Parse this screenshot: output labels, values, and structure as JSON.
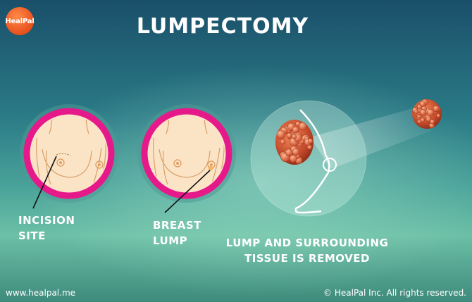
{
  "brand": {
    "logo_text": "HealPal"
  },
  "title": "LUMPECTOMY",
  "labels": {
    "incision": "INCISION\nSITE",
    "breast_lump": "BREAST\nLUMP",
    "removed": "LUMP AND SURROUNDING\nTISSUE IS REMOVED"
  },
  "footer": {
    "website": "www.healpal.me",
    "copyright": "© HealPal Inc. All rights reserved."
  },
  "colors": {
    "ring": "#e6198a",
    "skin": "#fbe3c6",
    "lump": "#c9502f",
    "outline": "#d9a06a"
  }
}
